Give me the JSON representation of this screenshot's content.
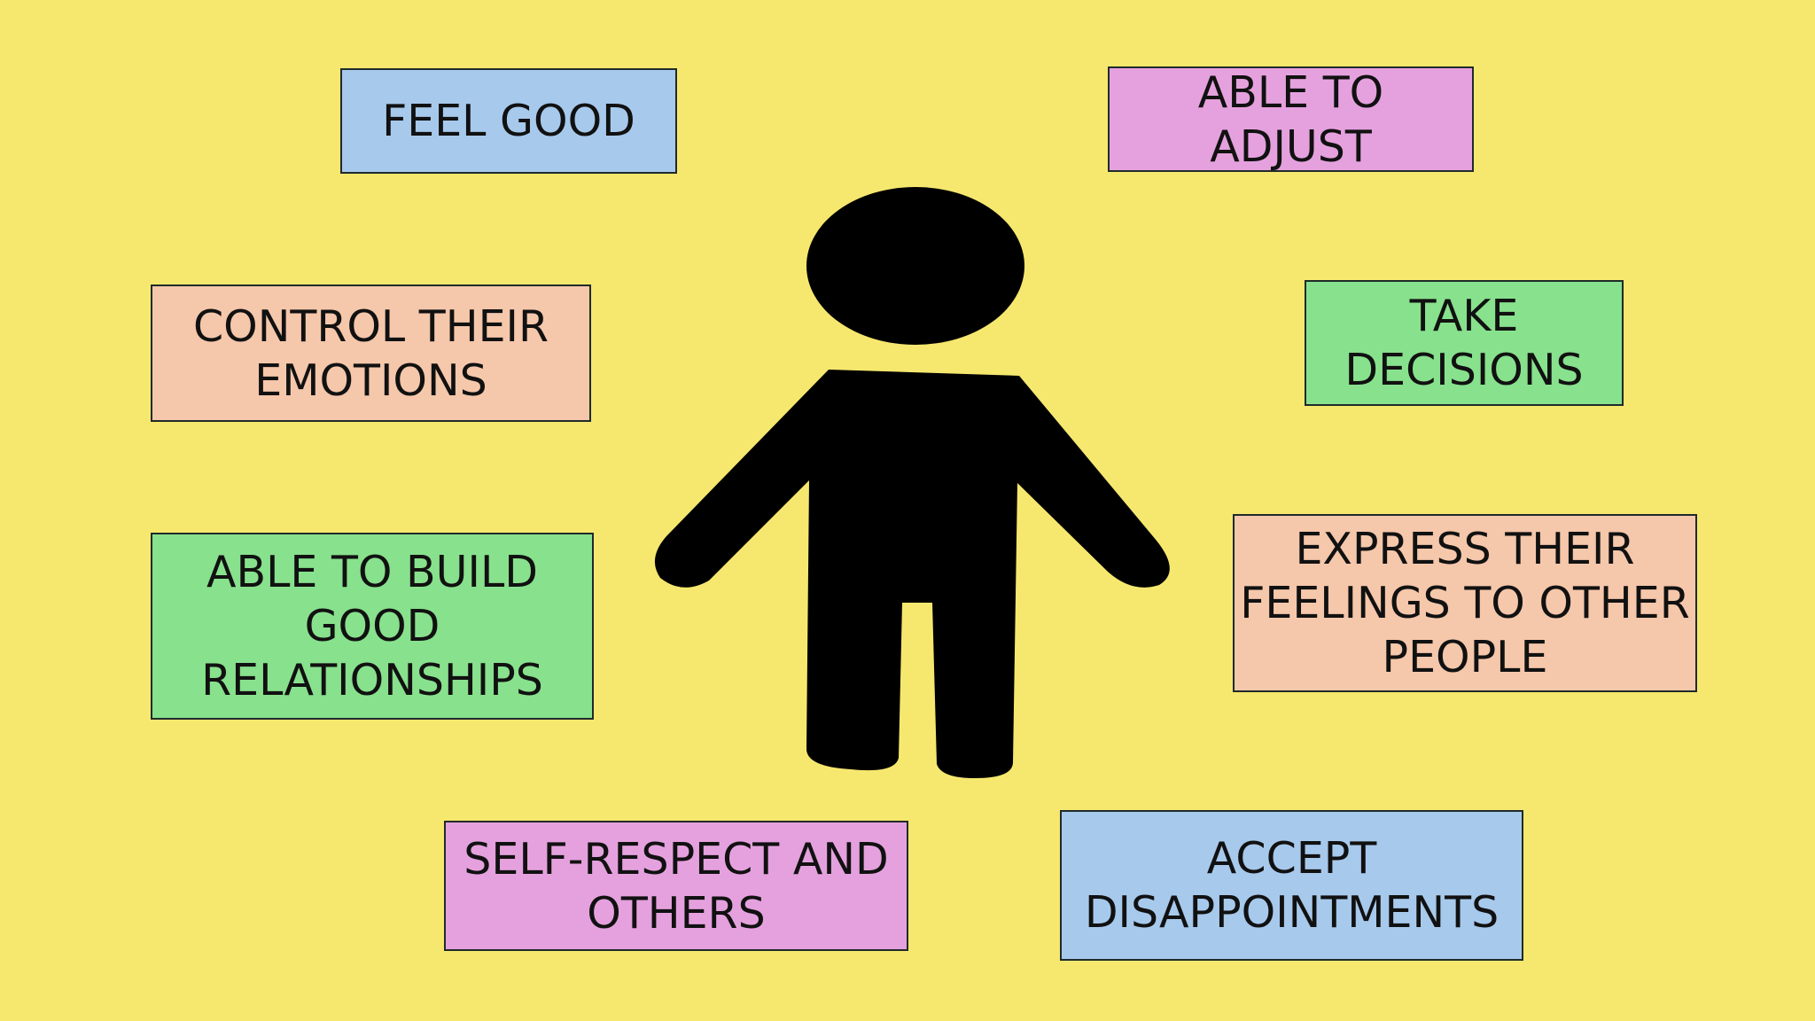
{
  "colors": {
    "background": "#f6e86e",
    "figure": "#000000",
    "blue": "#a7c9ec",
    "pink": "#e5a1de",
    "peach": "#f5c7ab",
    "green": "#88e18d",
    "border": "#1f2a2a"
  },
  "figure_icon": "person-silhouette-icon",
  "boxes": {
    "feel_good": {
      "lines": [
        "FEEL GOOD"
      ],
      "color": "#a7c9ec"
    },
    "able_to_adjust": {
      "lines": [
        "ABLE TO",
        "ADJUST"
      ],
      "color": "#e5a1de"
    },
    "control_emotions": {
      "lines": [
        "CONTROL THEIR",
        "EMOTIONS"
      ],
      "color": "#f5c7ab"
    },
    "take_decisions": {
      "lines": [
        "TAKE",
        "DECISIONS"
      ],
      "color": "#88e18d"
    },
    "build_relationships": {
      "lines": [
        "ABLE TO BUILD",
        "GOOD",
        "RELATIONSHIPS"
      ],
      "color": "#88e18d"
    },
    "express_feelings": {
      "lines": [
        "EXPRESS THEIR",
        "FEELINGS TO OTHER",
        "PEOPLE"
      ],
      "color": "#f5c7ab"
    },
    "self_respect": {
      "lines": [
        "SELF-RESPECT AND",
        "OTHERS"
      ],
      "color": "#e5a1de"
    },
    "accept_disappointments": {
      "lines": [
        "ACCEPT",
        "DISAPPOINTMENTS"
      ],
      "color": "#a7c9ec"
    }
  }
}
